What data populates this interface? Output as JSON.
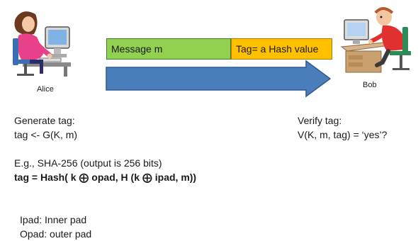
{
  "alice": {
    "label": "Alice"
  },
  "bob": {
    "label": "Bob"
  },
  "packet": {
    "message_label": "Message m",
    "tag_label": "Tag= a Hash value",
    "message_color": "#92d050",
    "tag_color": "#ffc000",
    "arrow_color": "#4a7ebb"
  },
  "generate": {
    "title": "Generate tag:",
    "formula": "tag <- G(K, m)"
  },
  "verify": {
    "title": "Verify tag:",
    "formula": "V(K, m, tag) = ‘yes’?"
  },
  "example": {
    "line1": "E.g., SHA-256 (output is 256 bits)",
    "line2": "tag = Hash( k ⨁ opad, H (k ⨁ ipad, m))"
  },
  "notes": {
    "ipad": "Ipad: Inner pad",
    "opad": "Opad: outer pad"
  }
}
